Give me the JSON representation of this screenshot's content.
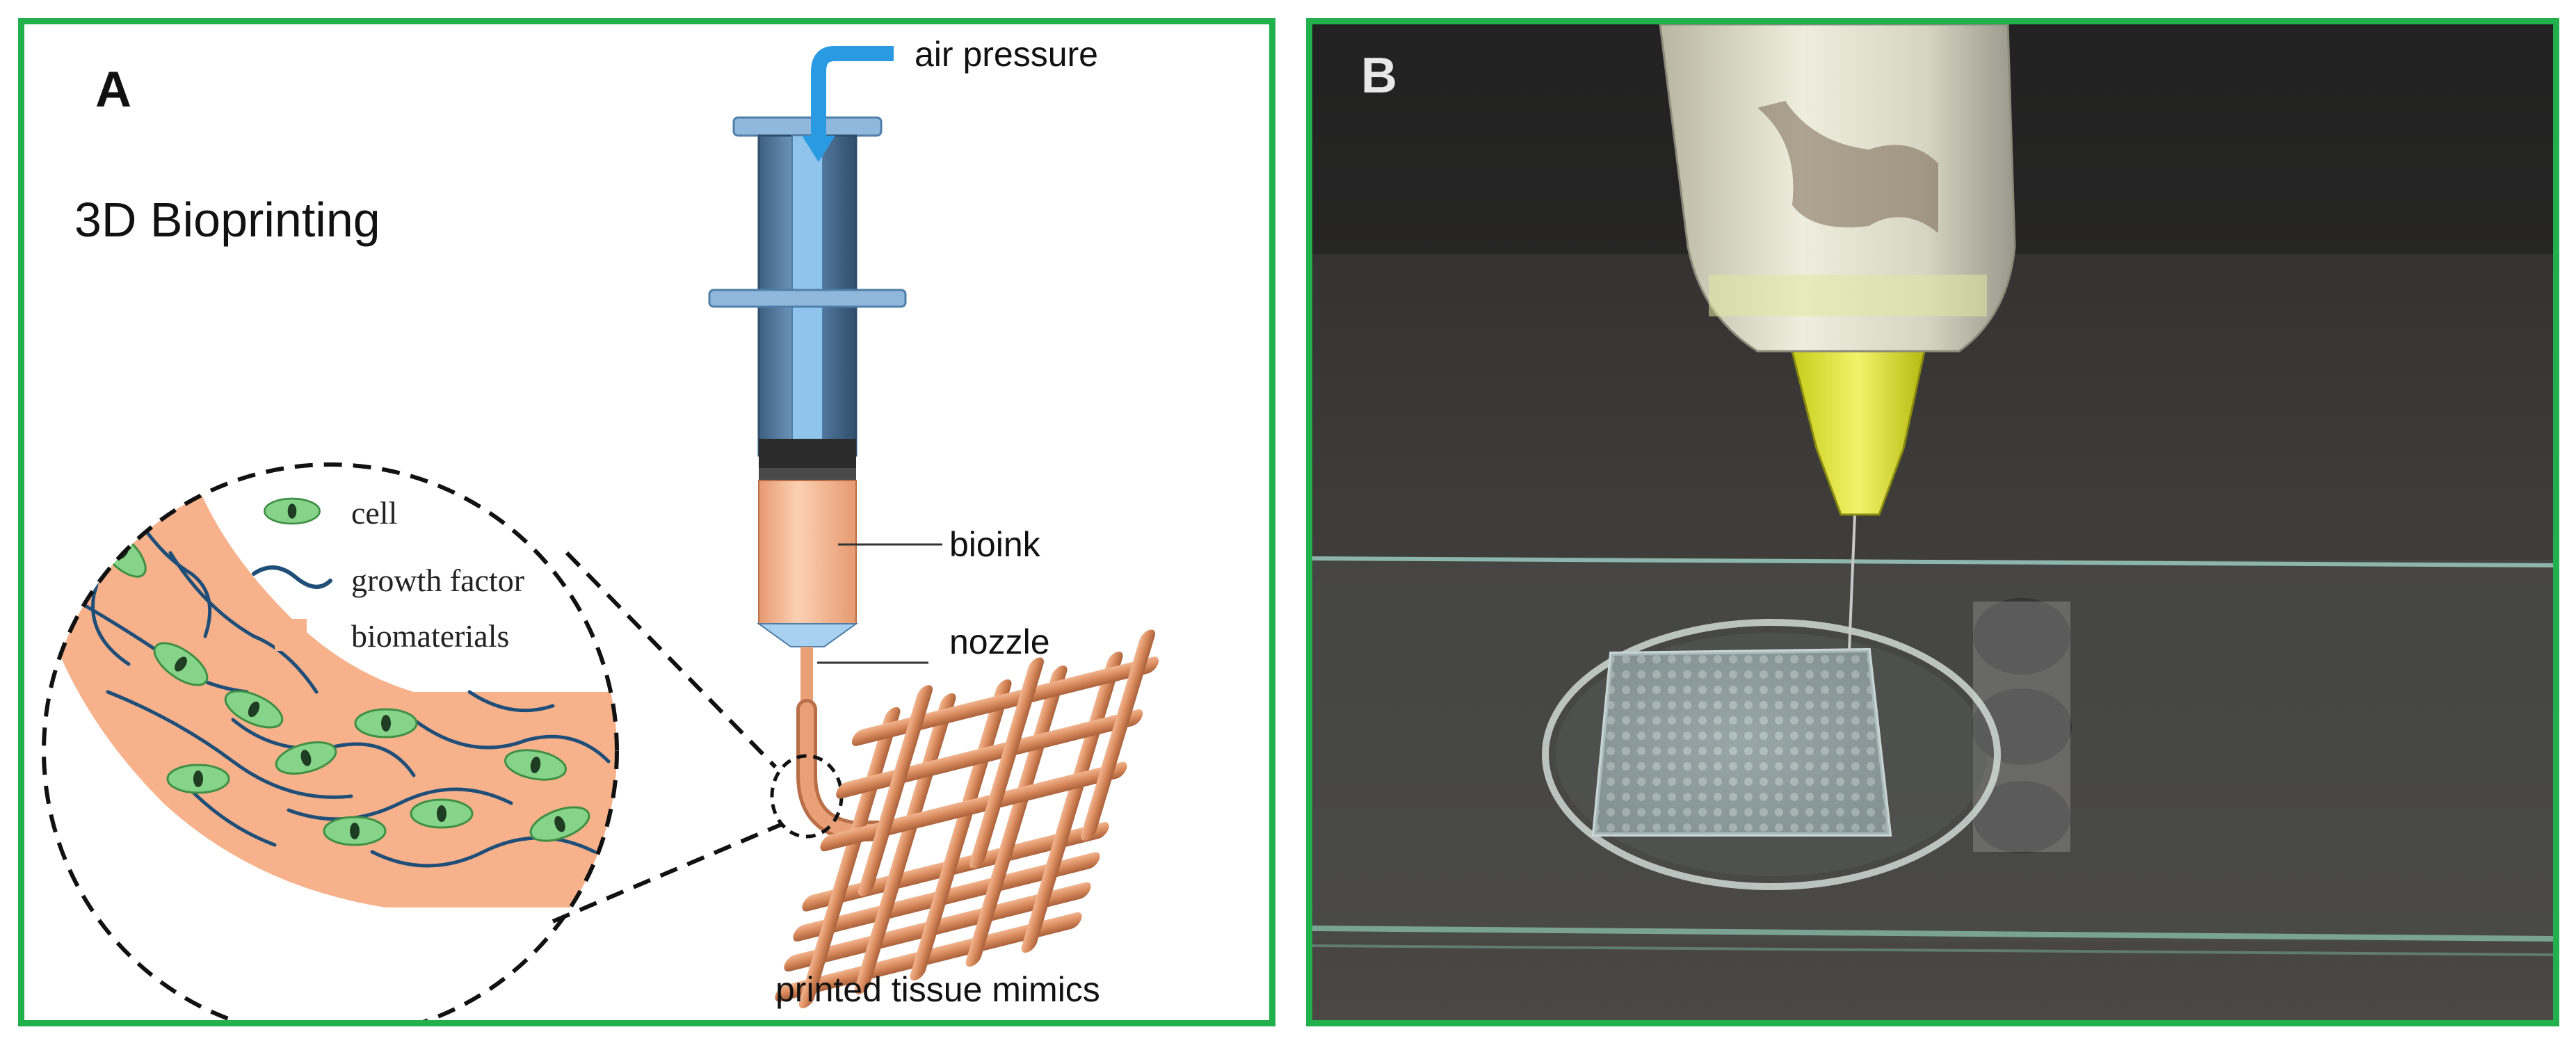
{
  "panel_a": {
    "letter": "A",
    "title": "3D Bioprinting",
    "labels": {
      "air_pressure": "air pressure",
      "bioink": "bioink",
      "nozzle": "nozzle",
      "printed": "printed tissue mimics"
    },
    "legend": {
      "cell": "cell",
      "growth_factor": "growth factor",
      "biomaterials": "biomaterials"
    }
  },
  "panel_b": {
    "letter": "B"
  },
  "colors": {
    "frame_green": "#21b04b",
    "bioink_peach": "#f4b48a",
    "cell_green": "#7fd07a",
    "growth_factor_blue": "#1f4e79",
    "syringe_blue": "#5b9bd5",
    "tissue_copper": "#d98a5c"
  }
}
